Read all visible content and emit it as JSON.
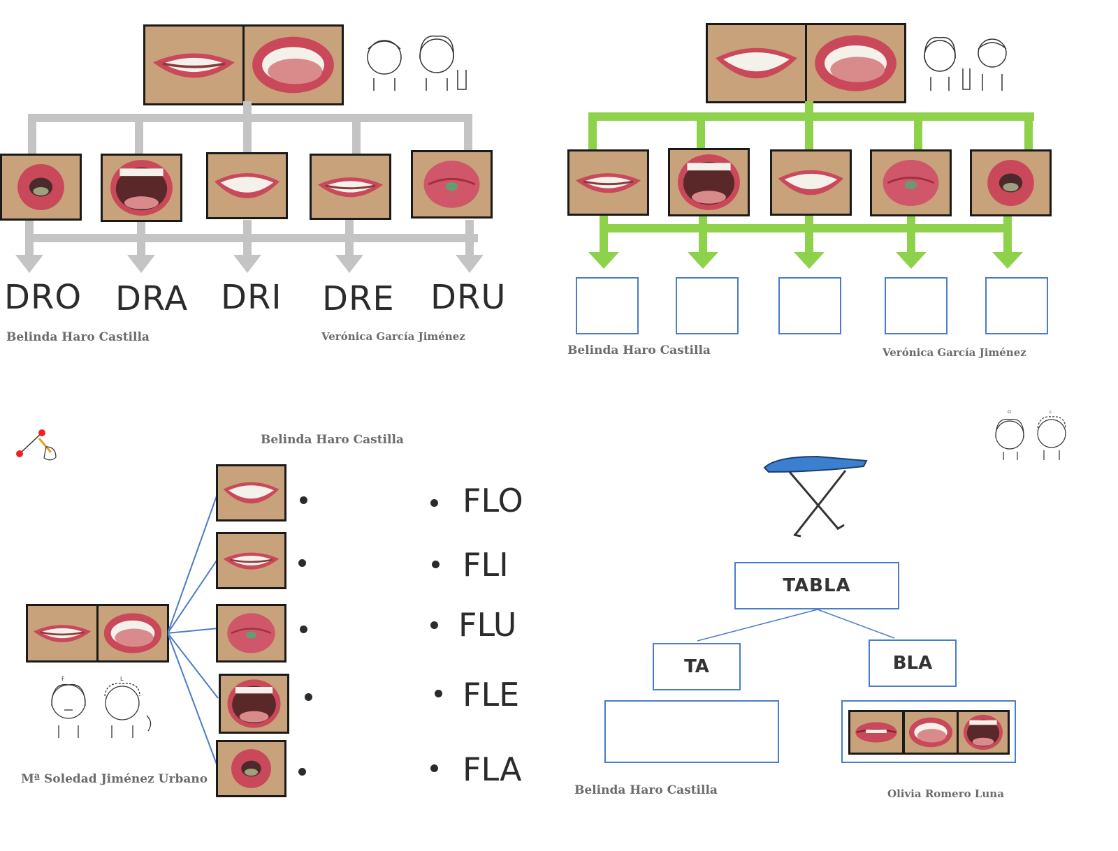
{
  "panel_dr": {
    "syllables": [
      "DRO",
      "DRA",
      "DRI",
      "DRE",
      "DRU"
    ],
    "credit_left": "Belinda Haro Castilla",
    "credit_right": "Verónica García Jiménez",
    "connector_color": "#c4c4c4"
  },
  "panel_blank": {
    "credit_left": "Belinda Haro Castilla",
    "credit_right": "Verónica García Jiménez",
    "connector_color": "#8ed14b",
    "box_color": "#4a7cc9"
  },
  "panel_fl": {
    "credit_top": "Belinda Haro Castilla",
    "credit_bottom": "Mª Soledad  Jiménez  Urbano",
    "syllables": [
      "FLO",
      "FLI",
      "FLU",
      "FLE",
      "FLA"
    ],
    "line_color": "#4a7cc9",
    "sketch_labels": [
      "F",
      "L"
    ]
  },
  "panel_tabla": {
    "word": "TABLA",
    "part_left": "TA",
    "part_right": "BLA",
    "credit_left": "Belinda Haro Castilla",
    "credit_right": "Olivia Romero Luna",
    "sketch_labels": [
      "O",
      "L"
    ]
  }
}
